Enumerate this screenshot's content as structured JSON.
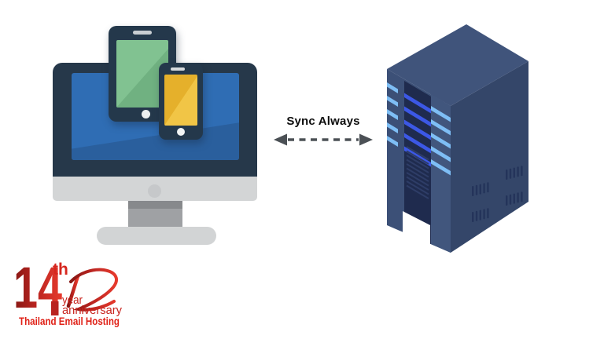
{
  "scene_title": "Devices sync with email server illustration",
  "sync": {
    "label": "Sync Always",
    "arrow_color": "#4b5055"
  },
  "devices": {
    "bezel_color": "#24384b",
    "monitor_screen_light": "#2f6db4",
    "monitor_screen_dark": "#2a5f9d",
    "tablet_screen_light": "#81c291",
    "tablet_screen_dark": "#70b181",
    "phone_screen_light": "#f1c546",
    "phone_screen_dark": "#e5b02b",
    "stand_gray": "#d2d4d5",
    "neck_gray": "#9fa1a4"
  },
  "server": {
    "top_face": "#40547b",
    "left_face": "#3c5077",
    "right_face": "#344669",
    "pillar_face": "#41567d",
    "panel": "#1f2b4e",
    "panel_vent": "#2e3d67",
    "stripe_light": "#7ebef5",
    "stripe_bright": "#3c58e6",
    "slot_color": "#24345a",
    "stripe_count": 5,
    "panel_vent_count": 10,
    "slot_groups": 4,
    "slots_per_group": 5
  },
  "logo": {
    "number": "14",
    "suffix": "th",
    "line1": "year",
    "line2": "anniversary",
    "tagline": "Thailand Email Hosting",
    "red_dark": "#861713",
    "red_mid": "#b92420",
    "red_bright": "#e73a2d",
    "tagline_red": "#e02117"
  }
}
